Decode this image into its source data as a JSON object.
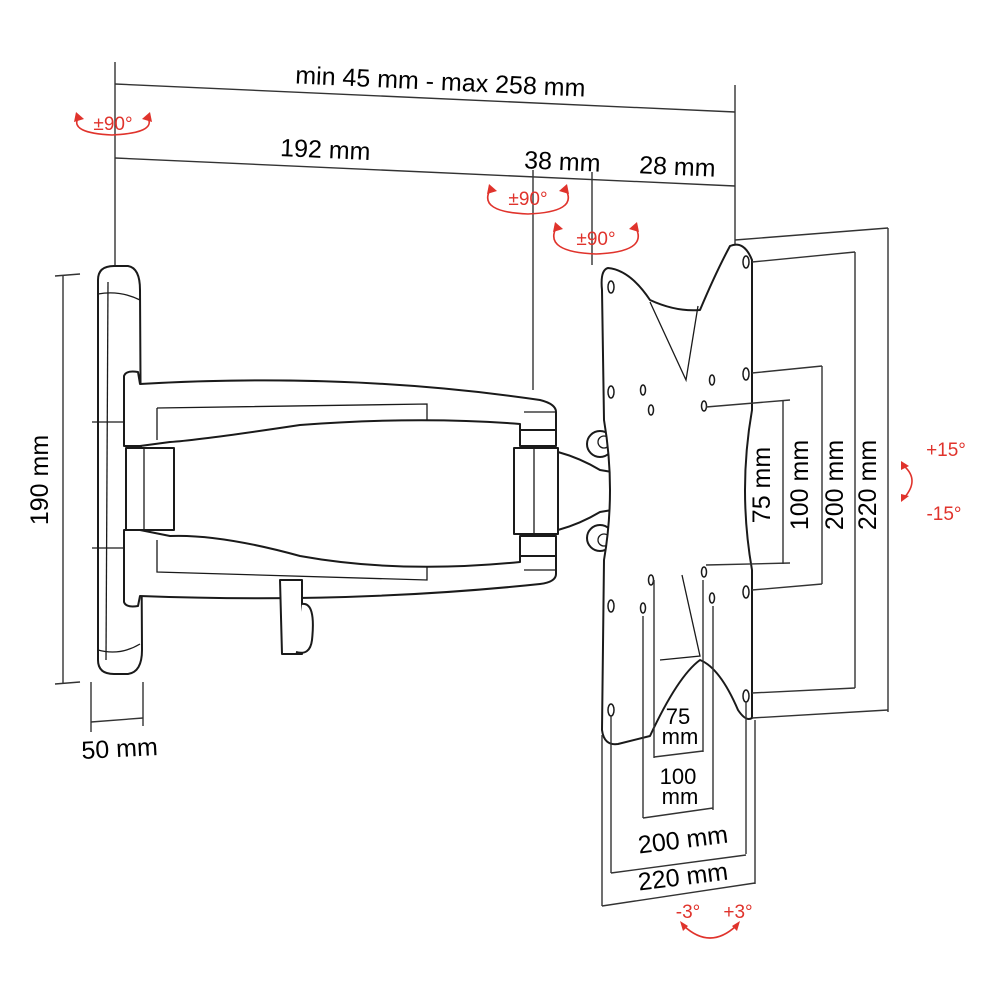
{
  "diagram": {
    "subject": "Full-motion TV wall mount (articulating arm) dimension drawing",
    "colors": {
      "line": "#1a1a1a",
      "label": "#000000",
      "rotation": "#e0332c",
      "background": "#ffffff"
    },
    "dimensions": {
      "extension_range": "min 45 mm - max 258 mm",
      "arm_length": "192 mm",
      "joint_offset_1": "38 mm",
      "joint_offset_2": "28 mm",
      "wall_plate_height": "190 mm",
      "wall_plate_depth": "50 mm",
      "vesa_vertical": [
        "75 mm",
        "100 mm",
        "200 mm",
        "220 mm"
      ],
      "vesa_horizontal": [
        {
          "value": "75",
          "unit": "mm"
        },
        {
          "value": "100",
          "unit": "mm"
        },
        {
          "value": "200 mm"
        },
        {
          "value": "220 mm"
        }
      ]
    },
    "rotations": {
      "wall_pivot": "±90°",
      "elbow_pivot": "±90°",
      "head_pivot": "±90°",
      "tilt_up": "+15°",
      "tilt_down": "-15°",
      "roll_left": "-3°",
      "roll_right": "+3°"
    },
    "components": [
      "wall-plate",
      "upper-arm",
      "lower-arm",
      "cable-clip",
      "elbow-joint",
      "tilt-head",
      "vesa-plate"
    ]
  }
}
